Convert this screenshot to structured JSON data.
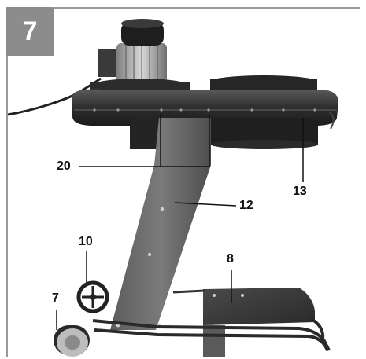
{
  "figure": {
    "number": "7"
  },
  "callouts": {
    "c20": "20",
    "c13": "13",
    "c12": "12",
    "c10": "10",
    "c8": "8",
    "c7": "7"
  },
  "colors": {
    "frame": "#9a9a9a",
    "badge": "#8c8c8c",
    "machine_dark": "#2a2a2a"
  }
}
